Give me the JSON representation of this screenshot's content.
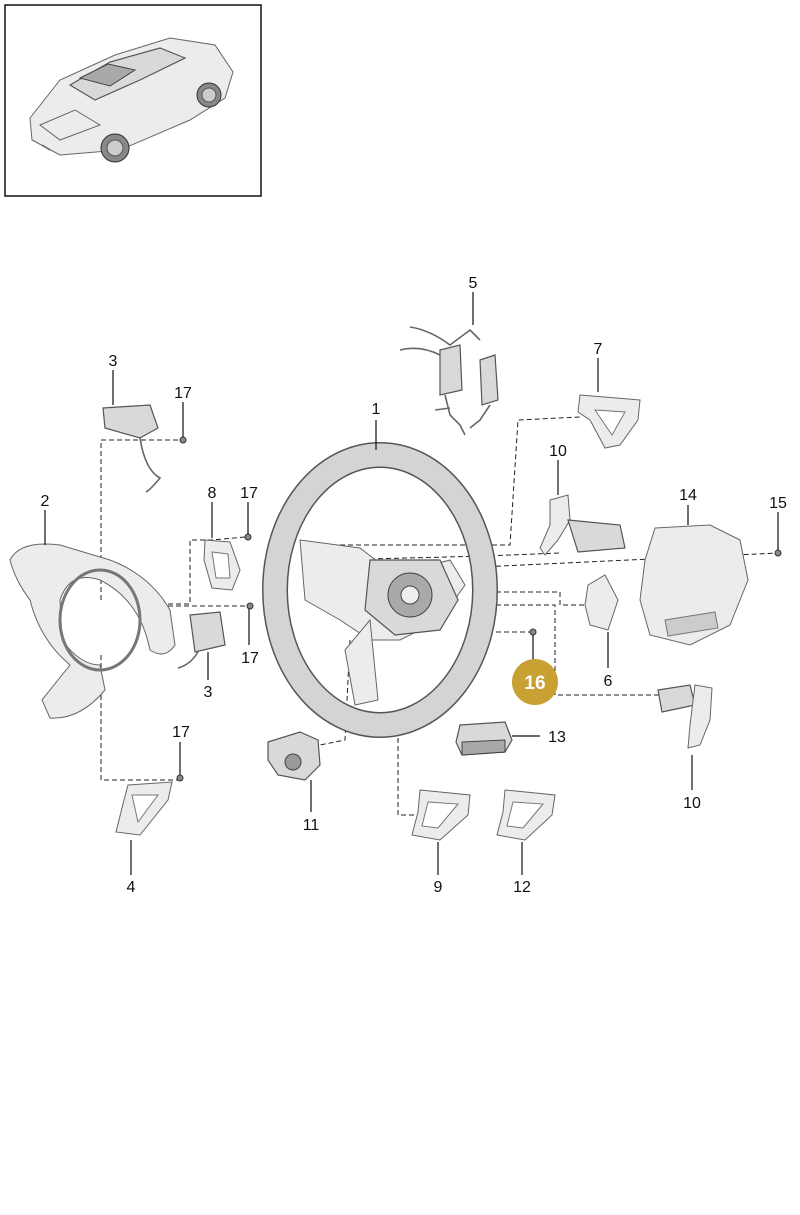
{
  "callouts": [
    {
      "id": "c1",
      "text": "1"
    },
    {
      "id": "c2",
      "text": "2"
    },
    {
      "id": "c3a",
      "text": "3"
    },
    {
      "id": "c3b",
      "text": "3"
    },
    {
      "id": "c4",
      "text": "4"
    },
    {
      "id": "c5",
      "text": "5"
    },
    {
      "id": "c6",
      "text": "6"
    },
    {
      "id": "c7",
      "text": "7"
    },
    {
      "id": "c8",
      "text": "8"
    },
    {
      "id": "c9",
      "text": "9"
    },
    {
      "id": "c10a",
      "text": "10"
    },
    {
      "id": "c10b",
      "text": "10"
    },
    {
      "id": "c11",
      "text": "11"
    },
    {
      "id": "c12",
      "text": "12"
    },
    {
      "id": "c13",
      "text": "13"
    },
    {
      "id": "c14",
      "text": "14"
    },
    {
      "id": "c15",
      "text": "15"
    },
    {
      "id": "c16",
      "text": "16"
    },
    {
      "id": "c17a",
      "text": "17"
    },
    {
      "id": "c17b",
      "text": "17"
    },
    {
      "id": "c17c",
      "text": "17"
    },
    {
      "id": "c17d",
      "text": "17"
    }
  ],
  "highlight": {
    "callout": "16",
    "color": "#c9a133"
  }
}
